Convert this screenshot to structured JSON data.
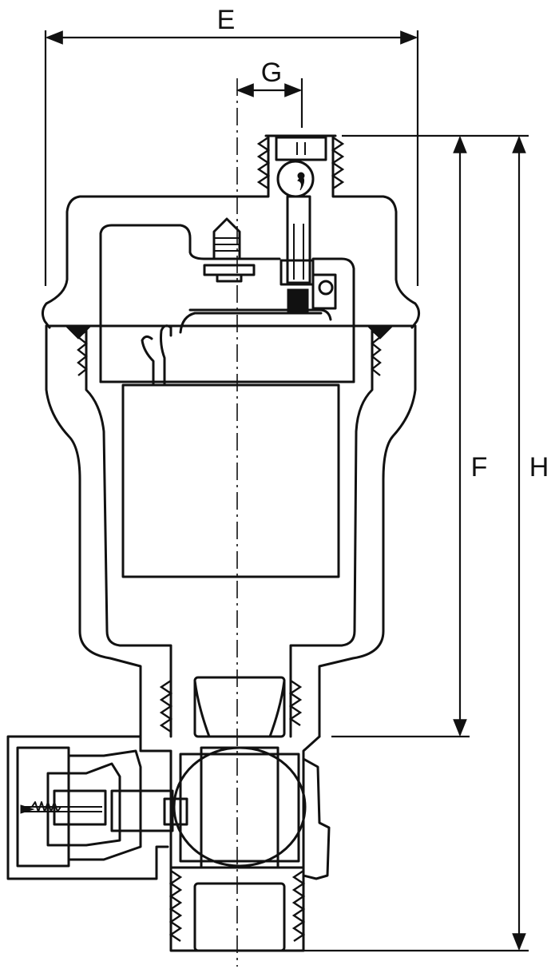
{
  "dimensions": {
    "E": "E",
    "G": "G",
    "F": "F",
    "H": "H"
  },
  "colors": {
    "line": "#111111",
    "background": "#ffffff"
  }
}
